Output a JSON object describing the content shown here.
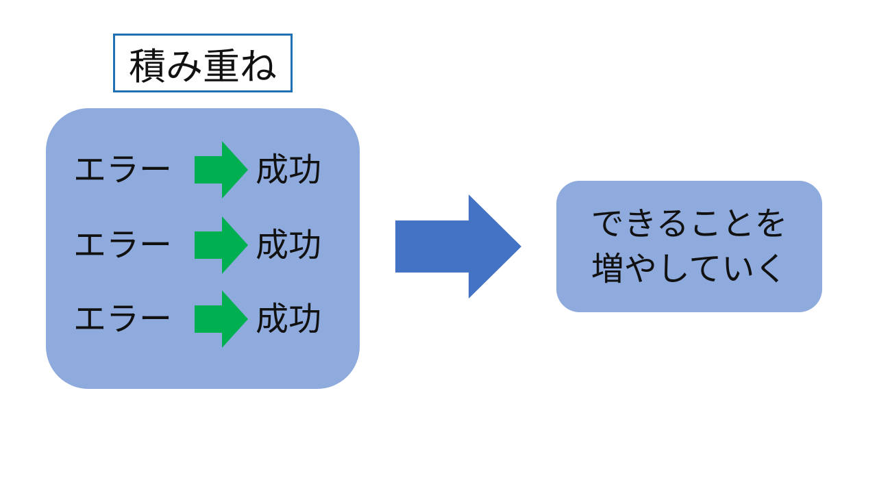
{
  "title": "積み重ね",
  "steps": [
    {
      "from": "エラー",
      "to": "成功"
    },
    {
      "from": "エラー",
      "to": "成功"
    },
    {
      "from": "エラー",
      "to": "成功"
    }
  ],
  "result": {
    "line1": "できることを",
    "line2": "増やしていく"
  },
  "colors": {
    "panel": "#8faadc",
    "small_arrow": "#00b050",
    "big_arrow": "#4472c4",
    "title_border": "#1f6fb2"
  }
}
